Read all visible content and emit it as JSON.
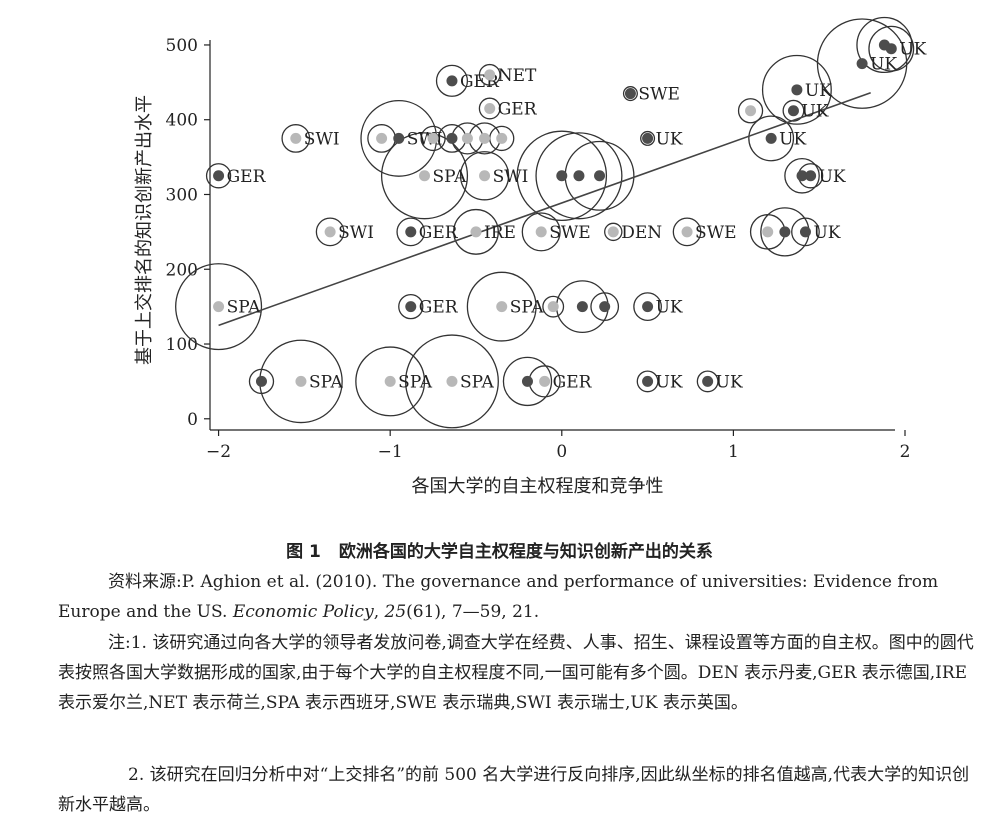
{
  "chart_data": {
    "type": "scatter",
    "xlabel": "各国大学的自主权程度和竞争性",
    "ylabel": "基于上交排名的知识创新产出水平",
    "xlim": [
      -2.05,
      2.0
    ],
    "ylim": [
      -15,
      520
    ],
    "xticks": [
      -2,
      -1,
      0,
      1,
      2
    ],
    "xtick_labels": [
      "−2",
      "−1",
      "0",
      "1",
      "2"
    ],
    "yticks": [
      0,
      100,
      200,
      300,
      400,
      500
    ],
    "ytick_labels": [
      "0",
      "100",
      "200",
      "300",
      "400",
      "500"
    ],
    "grid": false,
    "legend": "none",
    "colors": {
      "dark_point": "#4d4d4d",
      "light_point": "#b8b8b8",
      "circle": "#333333",
      "fit_line": "#444444"
    },
    "points": [
      {
        "x": -1.75,
        "y": 50,
        "r": 0.07,
        "shade": "dark"
      },
      {
        "x": -1.52,
        "y": 50,
        "r": 0.24,
        "shade": "light",
        "label": "SPA"
      },
      {
        "x": -1.0,
        "y": 50,
        "r": 0.2,
        "shade": "light",
        "label": "SPA"
      },
      {
        "x": -0.64,
        "y": 50,
        "r": 0.27,
        "shade": "light",
        "label": "SPA"
      },
      {
        "x": -0.2,
        "y": 50,
        "r": 0.14,
        "shade": "dark"
      },
      {
        "x": -0.1,
        "y": 50,
        "r": 0.09,
        "shade": "light",
        "label": "GER"
      },
      {
        "x": 0.5,
        "y": 50,
        "r": 0.06,
        "shade": "dark",
        "label": "UK"
      },
      {
        "x": 0.85,
        "y": 50,
        "r": 0.06,
        "shade": "dark",
        "label": "UK"
      },
      {
        "x": -2.0,
        "y": 150,
        "r": 0.25,
        "shade": "light",
        "label": "SPA"
      },
      {
        "x": -0.88,
        "y": 150,
        "r": 0.07,
        "shade": "dark",
        "label": "GER"
      },
      {
        "x": -0.35,
        "y": 150,
        "r": 0.2,
        "shade": "light",
        "label": "SPA"
      },
      {
        "x": -0.05,
        "y": 150,
        "r": 0.06,
        "shade": "light"
      },
      {
        "x": 0.12,
        "y": 150,
        "r": 0.15,
        "shade": "dark"
      },
      {
        "x": 0.25,
        "y": 150,
        "r": 0.08,
        "shade": "dark"
      },
      {
        "x": 0.5,
        "y": 150,
        "r": 0.08,
        "shade": "dark",
        "label": "UK"
      },
      {
        "x": -1.35,
        "y": 250,
        "r": 0.08,
        "shade": "light",
        "label": "SWI"
      },
      {
        "x": -0.88,
        "y": 250,
        "r": 0.08,
        "shade": "dark",
        "label": "GER"
      },
      {
        "x": -0.5,
        "y": 250,
        "r": 0.13,
        "shade": "light",
        "label": "IRE"
      },
      {
        "x": -0.12,
        "y": 250,
        "r": 0.11,
        "shade": "light",
        "label": "SWE"
      },
      {
        "x": 0.3,
        "y": 250,
        "r": 0.05,
        "shade": "light",
        "label": "DEN"
      },
      {
        "x": 0.73,
        "y": 250,
        "r": 0.08,
        "shade": "light",
        "label": "SWE"
      },
      {
        "x": 1.2,
        "y": 250,
        "r": 0.1,
        "shade": "light"
      },
      {
        "x": 1.3,
        "y": 250,
        "r": 0.14,
        "shade": "dark"
      },
      {
        "x": 1.42,
        "y": 250,
        "r": 0.08,
        "shade": "dark",
        "label": "UK"
      },
      {
        "x": -2.0,
        "y": 325,
        "r": 0.07,
        "shade": "dark",
        "label": "GER"
      },
      {
        "x": -0.8,
        "y": 325,
        "r": 0.25,
        "shade": "light",
        "label": "SPA"
      },
      {
        "x": -0.45,
        "y": 325,
        "r": 0.14,
        "shade": "light",
        "label": "SWI"
      },
      {
        "x": 0.0,
        "y": 325,
        "r": 0.26,
        "shade": "dark"
      },
      {
        "x": 0.1,
        "y": 325,
        "r": 0.25,
        "shade": "dark"
      },
      {
        "x": 0.22,
        "y": 325,
        "r": 0.2,
        "shade": "dark"
      },
      {
        "x": 1.4,
        "y": 325,
        "r": 0.1,
        "shade": "dark"
      },
      {
        "x": 1.45,
        "y": 325,
        "r": 0.07,
        "shade": "dark",
        "label": "UK"
      },
      {
        "x": -1.55,
        "y": 375,
        "r": 0.08,
        "shade": "light",
        "label": "SWI"
      },
      {
        "x": -1.05,
        "y": 375,
        "r": 0.08,
        "shade": "light"
      },
      {
        "x": -0.95,
        "y": 375,
        "r": 0.22,
        "shade": "dark",
        "label": "SWI"
      },
      {
        "x": -0.75,
        "y": 375,
        "r": 0.07,
        "shade": "light"
      },
      {
        "x": -0.64,
        "y": 375,
        "r": 0.08,
        "shade": "dark"
      },
      {
        "x": -0.55,
        "y": 375,
        "r": 0.09,
        "shade": "light"
      },
      {
        "x": -0.45,
        "y": 375,
        "r": 0.09,
        "shade": "light"
      },
      {
        "x": -0.35,
        "y": 375,
        "r": 0.07,
        "shade": "light"
      },
      {
        "x": 0.5,
        "y": 375,
        "r": 0.04,
        "shade": "dark",
        "label": "UK"
      },
      {
        "x": 1.22,
        "y": 375,
        "r": 0.13,
        "shade": "dark",
        "label": "UK"
      },
      {
        "x": -0.42,
        "y": 415,
        "r": 0.06,
        "shade": "light",
        "label": "GER"
      },
      {
        "x": 0.4,
        "y": 435,
        "r": 0.04,
        "shade": "dark",
        "label": "SWE"
      },
      {
        "x": 1.1,
        "y": 412,
        "r": 0.07,
        "shade": "light"
      },
      {
        "x": 1.37,
        "y": 440,
        "r": 0.2,
        "shade": "dark",
        "label": "UK"
      },
      {
        "x": 1.35,
        "y": 412,
        "r": 0.06,
        "shade": "dark",
        "label": "UK"
      },
      {
        "x": -0.64,
        "y": 452,
        "r": 0.09,
        "shade": "dark",
        "label": "GER"
      },
      {
        "x": -0.42,
        "y": 460,
        "r": 0.06,
        "shade": "light",
        "label": "NET"
      },
      {
        "x": 1.75,
        "y": 475,
        "r": 0.26,
        "shade": "dark",
        "label": "UK"
      },
      {
        "x": 1.88,
        "y": 500,
        "r": 0.16,
        "shade": "dark"
      },
      {
        "x": 1.92,
        "y": 495,
        "r": 0.13,
        "shade": "dark",
        "label": "UK"
      }
    ],
    "fit_line": {
      "x": [
        -2.0,
        1.8
      ],
      "y": [
        125,
        436
      ]
    }
  },
  "caption": {
    "number": "图 1",
    "text": "欧洲各国的大学自主权程度与知识创新产出的关系"
  },
  "source": {
    "prefix": "资料来源:P. Aghion et al. (2010). The governance and performance of universities: Evidence from Europe and the US. ",
    "journal": "Economic Policy",
    "sep": ",",
    "volume": "25",
    "rest": "(61), 7—59, 21."
  },
  "notes": {
    "note1": "注:1. 该研究通过向各大学的领导者发放问卷,调查大学在经费、人事、招生、课程设置等方面的自主权。图中的圆代表按照各国大学数据形成的国家,由于每个大学的自主权程度不同,一国可能有多个圆。DEN 表示丹麦,GER 表示德国,IRE 表示爱尔兰,NET 表示荷兰,SPA 表示西班牙,SWE 表示瑞典,SWI 表示瑞士,UK 表示英国。",
    "note2": "2. 该研究在回归分析中对“上交排名”的前 500 名大学进行反向排序,因此纵坐标的排名值越高,代表大学的知识创新水平越高。"
  }
}
